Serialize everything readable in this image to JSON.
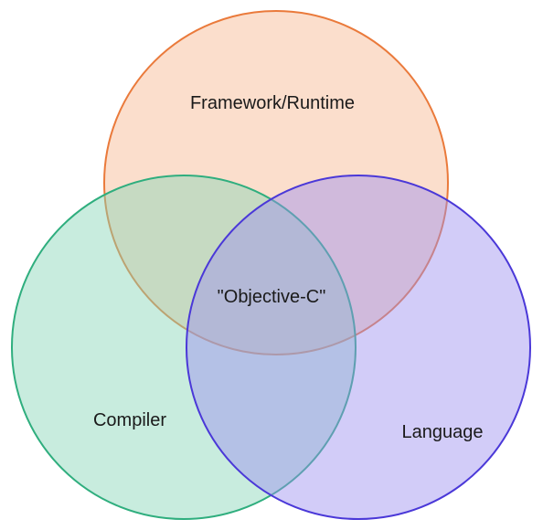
{
  "diagram": {
    "sets": [
      {
        "id": "framework",
        "label": "Framework/Runtime",
        "fill": "#f7b58f",
        "stroke": "#ea7a3b"
      },
      {
        "id": "compiler",
        "label": "Compiler",
        "fill": "#85d5b5",
        "stroke": "#2fae7e"
      },
      {
        "id": "language",
        "label": "Language",
        "fill": "#9b8ef0",
        "stroke": "#4a38d8"
      }
    ],
    "center_label": "\"Objective-C\""
  }
}
